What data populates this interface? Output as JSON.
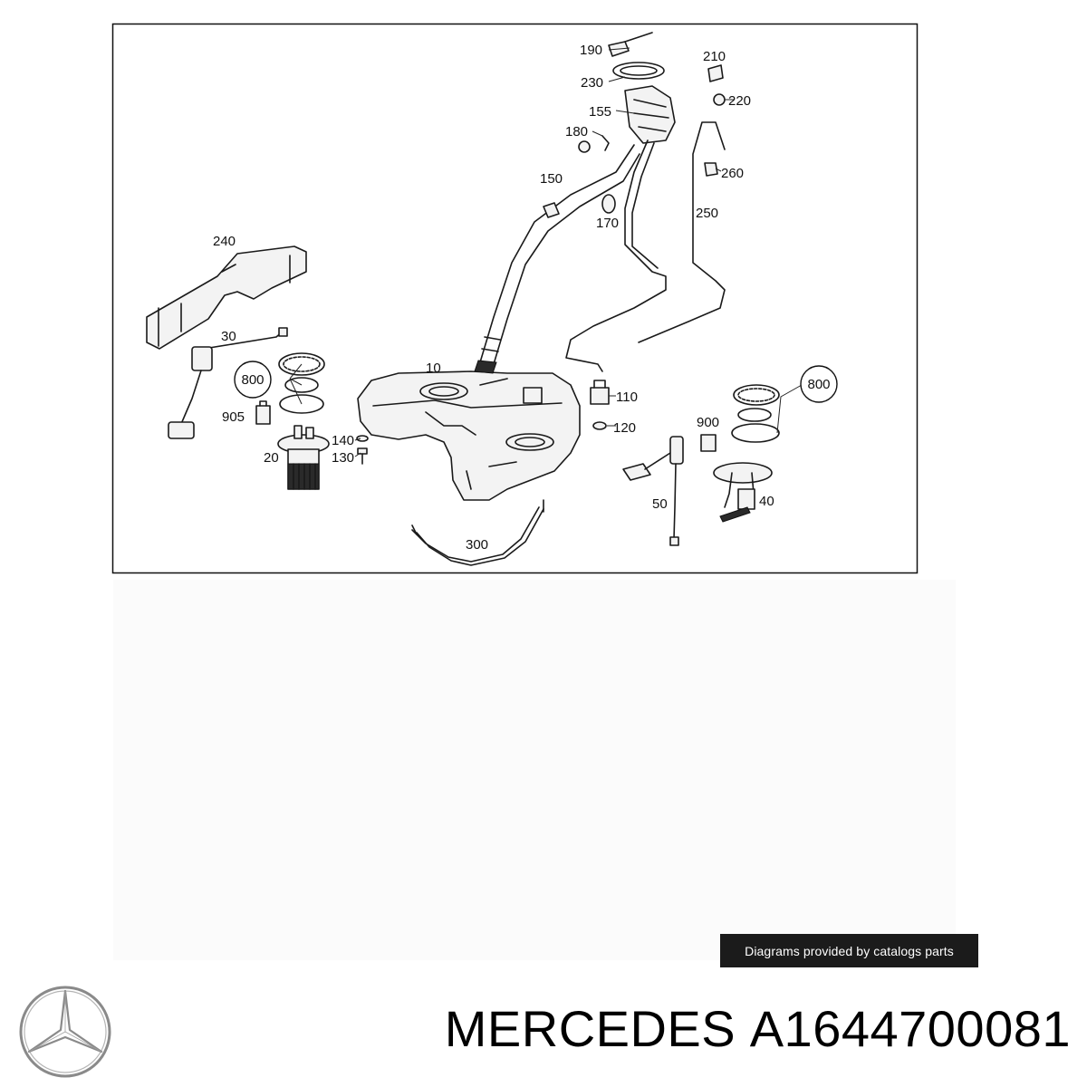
{
  "diagram": {
    "part_labels": {
      "p10": "10",
      "p20": "20",
      "p30": "30",
      "p40": "40",
      "p50": "50",
      "p110": "110",
      "p120": "120",
      "p130": "130",
      "p140": "140",
      "p150": "150",
      "p155": "155",
      "p170": "170",
      "p180": "180",
      "p190": "190",
      "p210": "210",
      "p220": "220",
      "p230": "230",
      "p240": "240",
      "p250": "250",
      "p260": "260",
      "p300": "300",
      "p800_left": "800",
      "p800_right": "800",
      "p900": "900",
      "p905": "905"
    }
  },
  "credit": {
    "text": "Diagrams provided by catalogs parts"
  },
  "footer": {
    "brand": "MERCEDES",
    "part_number": "A1644700081"
  },
  "colors": {
    "line": "#1a1a1a",
    "badge_bg": "#1b1b1b",
    "badge_text": "#ffffff",
    "logo": "#8a8a8a"
  }
}
